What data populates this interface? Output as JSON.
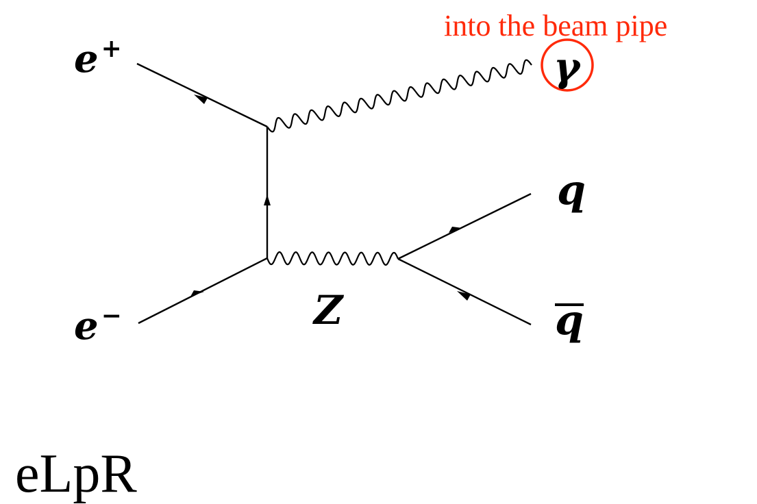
{
  "diagram": {
    "labels": {
      "e_plus_base": "e",
      "e_plus_sup": "+",
      "e_minus_base": "e",
      "e_minus_sup": "−",
      "gamma": "γ",
      "z": "Z",
      "quark": "q",
      "antiquark": "q"
    },
    "annotation": "into the beam pipe",
    "caption": "eLpR",
    "colors": {
      "lines": "#000000",
      "annotation": "#ff2a0a"
    }
  }
}
